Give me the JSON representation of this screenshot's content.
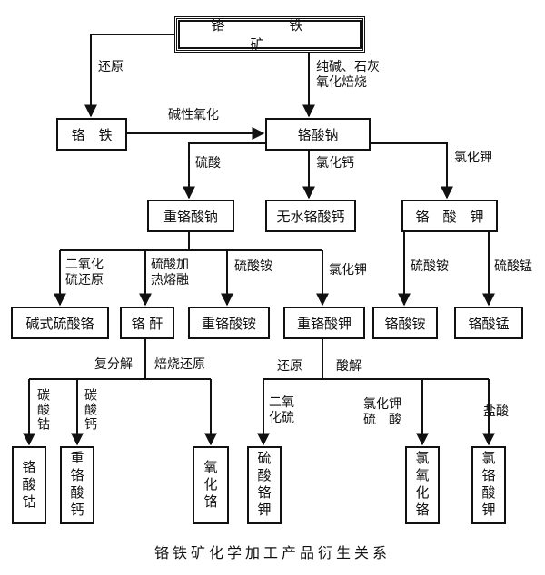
{
  "nodes": {
    "chromite": "铬　铁　矿",
    "ferrochrome": "铬　铁",
    "sodium_chromate": "铬酸钠",
    "sodium_dichromate": "重铬酸钠",
    "anhydrous_calcium_chromate": "无水铬酸钙",
    "potassium_chromate": "铬　酸　钾",
    "basic_chromium_sulfate": "碱式硫酸铬",
    "chromic_anhydride": "铬 酐",
    "ammonium_dichromate": "重铬酸铵",
    "potassium_dichromate": "重铬酸钾",
    "ammonium_chromate": "铬酸铵",
    "manganese_chromate": "铬酸锰",
    "cobalt_chromate": "铬酸钴",
    "calcium_dichromate": "重铬酸钙",
    "chromium_oxide": "氧化铬",
    "chromium_potassium_sulfate": "硫酸铬钾",
    "potassium_chlorochromate": "氯氧化铬",
    "chromyl_chloride": "氯铬酸钾"
  },
  "labels": {
    "reduction": "还原",
    "soda_lime_roast": "纯碱、石灰\n氧化焙烧",
    "alkaline_oxidation": "碱性氧化",
    "sulfuric_acid": "硫酸",
    "calcium_chloride": "氯化钙",
    "potassium_chloride_1": "氯化钾",
    "so2_sulfuric_reduction": "二氧化\n硫还原",
    "sulfuric_heat_fusion": "硫酸加\n热熔融",
    "ammonium_sulfate_1": "硫酸铵",
    "potassium_chloride_2": "氯化钾",
    "ammonium_sulfate_2": "硫酸铵",
    "manganese_sulfate": "硫酸锰",
    "double_decomposition": "复分解",
    "roast_reduction": "焙烧还原",
    "reduction_2": "还原",
    "acidolysis": "酸解",
    "cobalt_carbonate": "碳酸钴",
    "calcium_carbonate": "碳酸钙",
    "sulfur_dioxide": "二氧\n化硫",
    "kcl_sulfuric": "氯化钾\n硫　酸",
    "hydrochloric_acid": "盐酸"
  },
  "caption": "铬铁矿化学加工产品衍生关系"
}
